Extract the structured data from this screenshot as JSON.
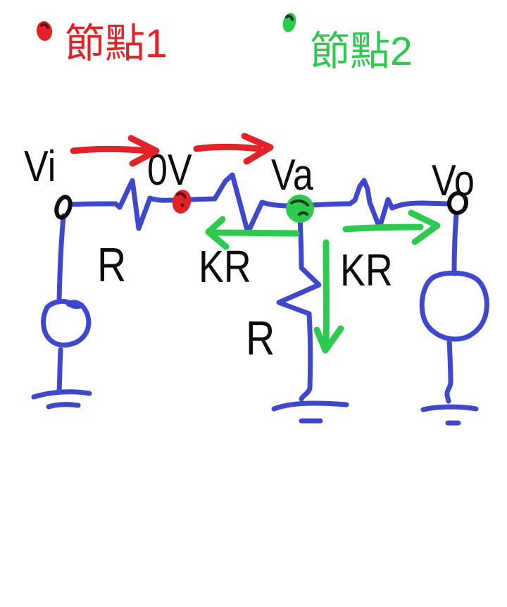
{
  "colors": {
    "canvas_bg": "#ffffff",
    "pen_blue": "#3f48cc",
    "pen_red": "#e32227",
    "pen_green": "#2ec94f",
    "ink_black": "#0c0c0c"
  },
  "legend": {
    "node1": "節點1",
    "node2": "節點2"
  },
  "circuit": {
    "vi": "Vi",
    "zero_v": "0V",
    "va": "Va",
    "vo": "Vo",
    "r_input": "R",
    "kr_left": "KR",
    "kr_right": "KR",
    "r_middle": "R"
  },
  "arrows": [
    {
      "name": "current-arrow-top-left",
      "color": "red",
      "direction": "right"
    },
    {
      "name": "current-arrow-top-right",
      "color": "red",
      "direction": "right"
    },
    {
      "name": "current-arrow-kr-left",
      "color": "green",
      "direction": "left"
    },
    {
      "name": "current-arrow-kr-right",
      "color": "green",
      "direction": "right"
    },
    {
      "name": "current-arrow-down",
      "color": "green",
      "direction": "down"
    }
  ]
}
